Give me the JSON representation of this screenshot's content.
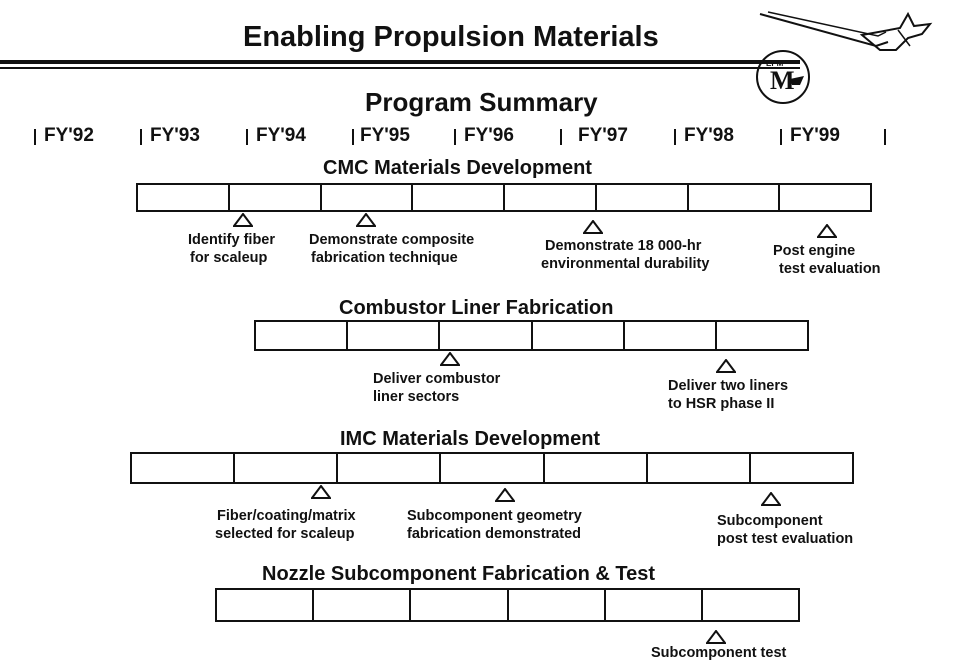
{
  "title": "Enabling Propulsion Materials",
  "subtitle": "Program Summary",
  "logo": {
    "letters": "M",
    "small_text": "EPM"
  },
  "years": [
    "FY'92",
    "FY'93",
    "FY'94",
    "FY'95",
    "FY'96",
    "FY'97",
    "FY'98",
    "FY'99"
  ],
  "sections": [
    {
      "title": "CMC Materials Development",
      "cells": 8,
      "milestones": [
        {
          "line1": "Identify fiber",
          "line2": "for scaleup"
        },
        {
          "line1": "Demonstrate composite",
          "line2": "fabrication technique"
        },
        {
          "line1": "Demonstrate 18 000-hr",
          "line2": "environmental durability"
        },
        {
          "line1": "Post engine",
          "line2": "test evaluation"
        }
      ]
    },
    {
      "title": "Combustor Liner Fabrication",
      "cells": 6,
      "milestones": [
        {
          "line1": "Deliver combustor",
          "line2": "liner sectors"
        },
        {
          "line1": "Deliver two liners",
          "line2": "to HSR phase II"
        }
      ]
    },
    {
      "title": "IMC Materials Development",
      "cells": 7,
      "milestones": [
        {
          "line1": "Fiber/coating/matrix",
          "line2": "selected for scaleup"
        },
        {
          "line1": "Subcomponent geometry",
          "line2": "fabrication demonstrated"
        },
        {
          "line1": "Subcomponent",
          "line2": "post test evaluation"
        }
      ]
    },
    {
      "title": "Nozzle Subcomponent Fabrication & Test",
      "cells": 6,
      "milestones": [
        {
          "line1": "Subcomponent test",
          "line2": ""
        }
      ]
    }
  ]
}
